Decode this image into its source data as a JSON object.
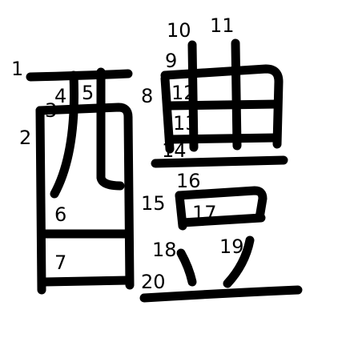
{
  "stroke_color": "#000000",
  "background": "#ffffff",
  "strokes": [
    {
      "number": "1"
    },
    {
      "number": "2"
    },
    {
      "number": "3"
    },
    {
      "number": "4"
    },
    {
      "number": "5"
    },
    {
      "number": "6"
    },
    {
      "number": "7"
    },
    {
      "number": "8"
    },
    {
      "number": "9"
    },
    {
      "number": "10"
    },
    {
      "number": "11"
    },
    {
      "number": "12"
    },
    {
      "number": "13"
    },
    {
      "number": "14"
    },
    {
      "number": "15"
    },
    {
      "number": "16"
    },
    {
      "number": "17"
    },
    {
      "number": "18"
    },
    {
      "number": "19"
    },
    {
      "number": "20"
    }
  ]
}
